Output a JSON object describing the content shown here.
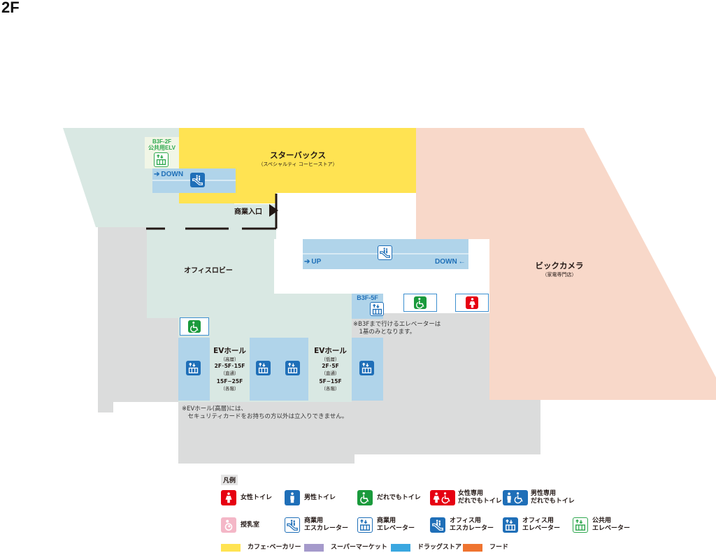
{
  "floor": "2F",
  "areas": {
    "starbucks": {
      "name": "スターバックス",
      "sub": "（スペシャルティ コーヒーストア）"
    },
    "bic_camera": {
      "name": "ビックカメラ",
      "sub": "（家電専門店）"
    },
    "office_lobby": {
      "name": "オフィスロビー"
    },
    "commercial_entrance": {
      "name": "商業入口"
    },
    "ev_hall_high": {
      "name": "EVホール",
      "type": "（高層）",
      "line1": "2F･5F･15F",
      "line1_note": "（直通）",
      "line2": "15F−25F",
      "line2_note": "（各階）"
    },
    "ev_hall_low": {
      "name": "EVホール",
      "type": "（低層）",
      "line1": "2F･5F",
      "line1_note": "（直通）",
      "line2": "5F−15F",
      "line2_note": "（各階）"
    }
  },
  "elevators": {
    "public": {
      "label1": "B3F-2F",
      "label2": "公共用ELV"
    },
    "b3f_5f": {
      "label": "B3F-5F"
    }
  },
  "escalators": {
    "left": {
      "direction": "DOWN"
    },
    "center": {
      "up": "UP",
      "down": "DOWN"
    }
  },
  "notes": {
    "b3f": "※B3Fまで行けるエレベーターは\n　1基のみとなります。",
    "ev_hall": "※EVホール(高層)には、\n　セキュリティカードをお持ちの方以外は立入りできません。"
  },
  "legend": {
    "title": "凡例",
    "items": [
      {
        "label": "女性トイレ",
        "icon": "female-toilet-icon",
        "color": "#e60012"
      },
      {
        "label": "男性トイレ",
        "icon": "male-toilet-icon",
        "color": "#1f6fb8"
      },
      {
        "label": "だれでもトイレ",
        "icon": "accessible-toilet-icon",
        "color": "#1a9a3c"
      },
      {
        "label": "女性専用\nだれでもトイレ",
        "icon": "female-accessible-toilet-icon",
        "color": "#e60012"
      },
      {
        "label": "男性専用\nだれでもトイレ",
        "icon": "male-accessible-toilet-icon",
        "color": "#1f6fb8"
      },
      {
        "label": "授乳室",
        "icon": "nursing-room-icon",
        "color": "#f4b7c7"
      },
      {
        "label": "商業用\nエスカレーター",
        "icon": "commercial-escalator-icon",
        "color": "#1f6fb8"
      },
      {
        "label": "商業用\nエレベーター",
        "icon": "commercial-elevator-icon",
        "color": "#1f6fb8"
      },
      {
        "label": "オフィス用\nエスカレーター",
        "icon": "office-escalator-icon",
        "color": "#1f6fb8"
      },
      {
        "label": "オフィス用\nエレベーター",
        "icon": "office-elevator-icon",
        "color": "#1f6fb8"
      },
      {
        "label": "公共用\nエレベーター",
        "icon": "public-elevator-icon",
        "color": "#2fa84f"
      }
    ],
    "categories": [
      {
        "label": "カフェ･ベーカリー",
        "color": "#ffe352"
      },
      {
        "label": "スーパーマーケット",
        "color": "#a59acb"
      },
      {
        "label": "ドラッグストア",
        "color": "#3aa7e0"
      },
      {
        "label": "フード",
        "color": "#ef7430"
      }
    ]
  },
  "colors": {
    "office_area": "#d9e8e3",
    "common_area": "#dbdcdc",
    "starbucks": "#ffe352",
    "bic_camera": "#f8d8c9",
    "elevator_zone": "#b0d4ea",
    "public_elv_bg": "#f1f6e6"
  }
}
